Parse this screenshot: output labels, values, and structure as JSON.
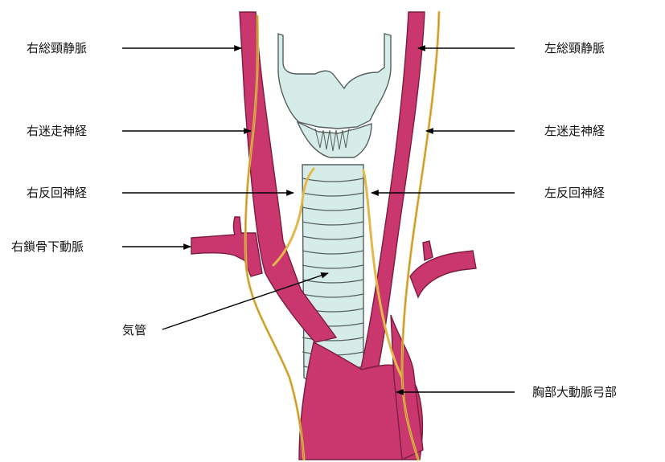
{
  "labels": {
    "right_common_carotid": "右総頸静脈",
    "right_vagus": "右迷走神経",
    "right_recurrent": "右反回神経",
    "right_subclavian": "右鎖骨下動脈",
    "trachea": "気管",
    "left_common_carotid": "左総頸静脈",
    "left_vagus": "左迷走神経",
    "left_recurrent": "左反回神経",
    "aortic_arch": "胸部大動脈弓部"
  },
  "colors": {
    "vessel": "#c9376e",
    "vessel_stroke": "#7a1d3f",
    "cartilage": "#d6ece8",
    "cartilage_stroke": "#555f5d",
    "nerve": "#e3b84a",
    "nerve_stroke": "#8f6a12",
    "leader": "#000000"
  }
}
